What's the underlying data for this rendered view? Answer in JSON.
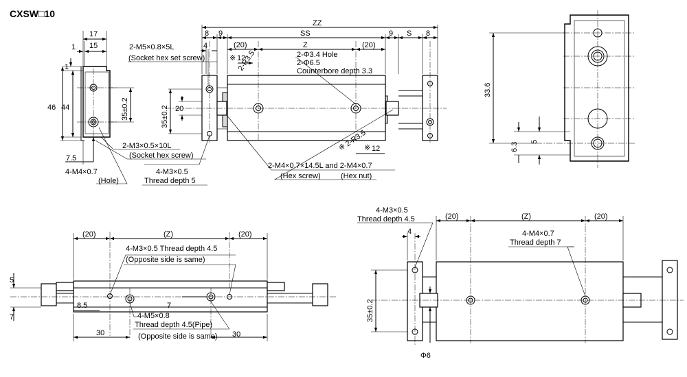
{
  "title": "CXSW□10",
  "top_left": {
    "dims": [
      "17",
      "15",
      "1",
      "1",
      "46",
      "44",
      "35±0.2",
      "7.5"
    ],
    "notes": [
      "2-M3×0.5×10L",
      "(Socket hex screw)",
      "4-M4×0.7",
      "(Hole)"
    ]
  },
  "top_middle": {
    "dims": [
      "ZZ",
      "8",
      "9",
      "SS",
      "9",
      "S",
      "8",
      "4",
      "(20)",
      "Z",
      "(20)",
      "35±0.2",
      "20",
      "12",
      "12"
    ],
    "notes": [
      "2-M5×0.8×5L",
      "(Socket hex set screw)",
      "2-Φ3.4 Hole",
      "2-Φ6.5",
      "Counterbore depth 3.3",
      "2-R3.5",
      "2-R3.5",
      "4-M3×0.5",
      "Thread depth 5",
      "2-M4×0.7×14.5L and 2-M4×0.7",
      "(Hex screw)",
      "(Hex nut)"
    ]
  },
  "top_right": {
    "dims": [
      "33.6",
      "6.3",
      "5"
    ]
  },
  "bottom_left": {
    "dims": [
      "(20)",
      "(Z)",
      "(20)",
      "5",
      "8.5",
      "7",
      "7",
      "30",
      "30"
    ],
    "notes": [
      "4-M3×0.5 Thread depth 4.5",
      "(Opposite side is same)",
      "4-M5×0.8",
      "Thread depth 4.5(Pipe)",
      "(Opposite side is same)"
    ]
  },
  "bottom_right": {
    "dims": [
      "4",
      "(20)",
      "(Z)",
      "(20)",
      "35±0.2",
      "Φ6"
    ],
    "notes": [
      "4-M3×0.5",
      "Thread depth 4.5",
      "4-M4×0.7",
      "Thread depth 7"
    ]
  }
}
